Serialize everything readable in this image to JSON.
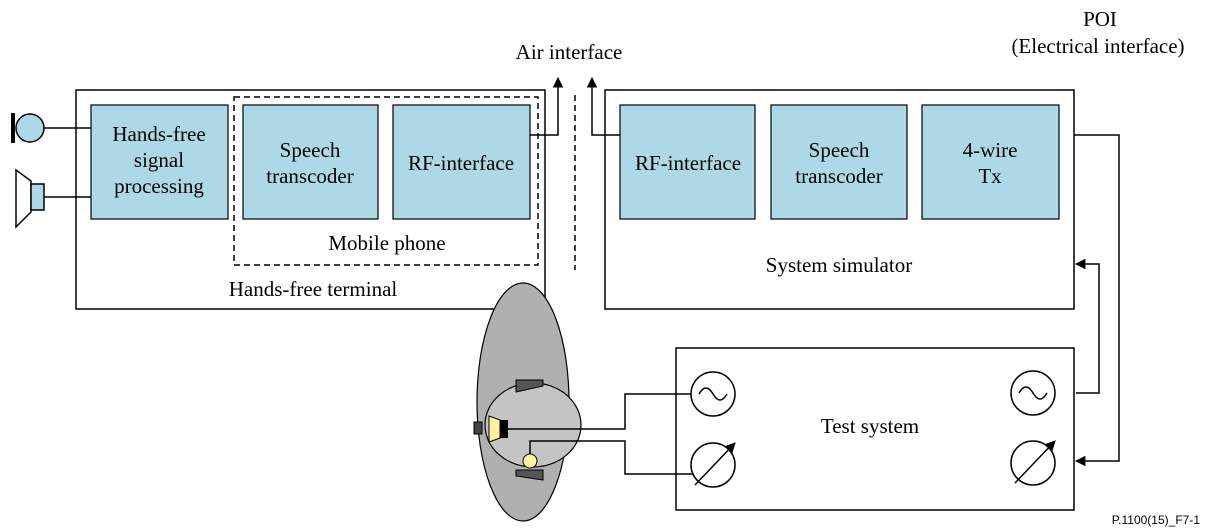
{
  "labels": {
    "poi_line1": "POI",
    "poi_line2": "(Electrical interface)",
    "air_interface": "Air interface",
    "hf_processing": [
      "Hands-free",
      "signal",
      "processing"
    ],
    "speech_transcoder": [
      "Speech",
      "transcoder"
    ],
    "rf_interface": "RF-interface",
    "mobile_phone": "Mobile phone",
    "hands_free_terminal": "Hands-free terminal",
    "four_wire": [
      "4-wire",
      "Tx"
    ],
    "system_simulator": "System simulator",
    "test_system": "Test system",
    "figure_id": "P.1100(15)_F7-1"
  },
  "colors": {
    "block_fill": "#add8e6",
    "stroke": "#000000",
    "head": "#b0b0b0",
    "mouth_speaker": "#fff5a0"
  }
}
